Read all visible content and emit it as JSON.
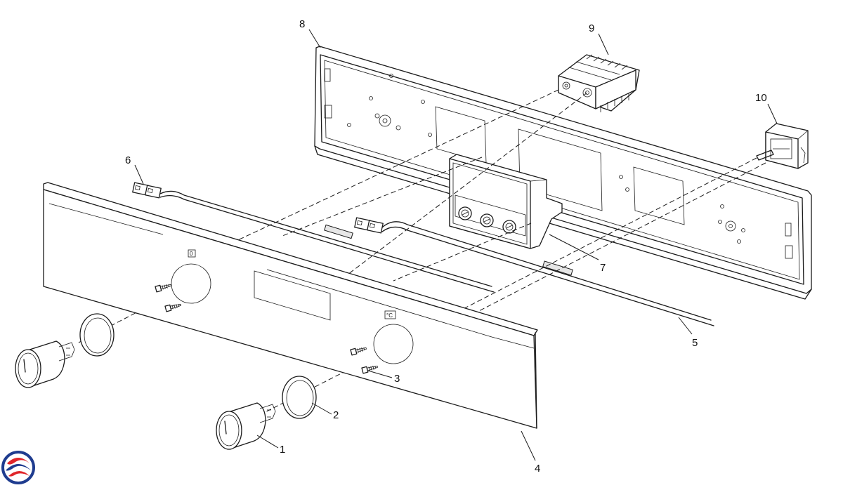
{
  "diagram": {
    "callouts": [
      {
        "id": "1",
        "label": "1"
      },
      {
        "id": "2",
        "label": "2"
      },
      {
        "id": "3",
        "label": "3"
      },
      {
        "id": "4",
        "label": "4"
      },
      {
        "id": "5",
        "label": "5"
      },
      {
        "id": "6",
        "label": "6"
      },
      {
        "id": "7",
        "label": "7"
      },
      {
        "id": "8",
        "label": "8"
      },
      {
        "id": "9",
        "label": "9"
      },
      {
        "id": "10",
        "label": "10"
      }
    ],
    "panel_markings": {
      "function_dial": "0",
      "temperature_dial": "°C"
    }
  },
  "logo": {
    "icon": "swirl-logo-icon",
    "colors": [
      "#1f3c8f",
      "#e0262b"
    ]
  }
}
